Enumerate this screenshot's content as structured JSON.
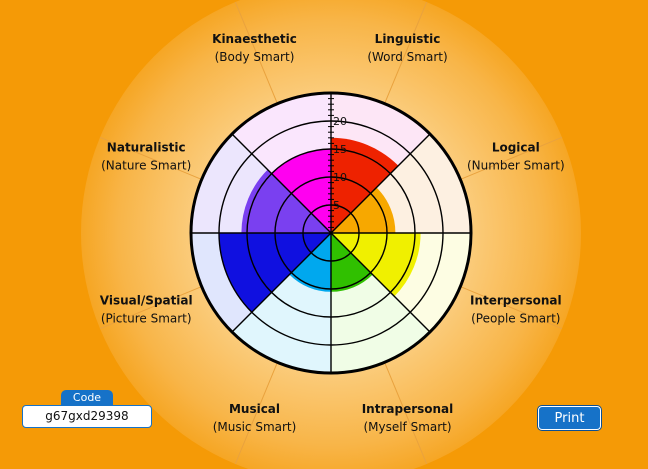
{
  "colors": {
    "background": "#f59a06",
    "button": "#1672c8"
  },
  "code": {
    "label": "Code",
    "value": "g67gxd29398"
  },
  "print_label": "Print",
  "chart_data": {
    "type": "radial-bar",
    "max": 25,
    "rings": [
      5,
      10,
      15,
      20,
      25
    ],
    "ticks": [
      "5",
      "10",
      "15",
      "20"
    ],
    "segments": [
      {
        "name": "Linguistic",
        "sub": "(Word Smart)",
        "value": 17,
        "fill": "#ee2200",
        "pale": "#fde6f6"
      },
      {
        "name": "Logical",
        "sub": "(Number Smart)",
        "value": 11.5,
        "fill": "#f7a800",
        "pale": "#fdf0e1"
      },
      {
        "name": "Interpersonal",
        "sub": "(People Smart)",
        "value": 16,
        "fill": "#f0f000",
        "pale": "#fdfde3"
      },
      {
        "name": "Intrapersonal",
        "sub": "(Myself Smart)",
        "value": 10.5,
        "fill": "#30c000",
        "pale": "#f0fde6"
      },
      {
        "name": "Musical",
        "sub": "(Music Smart)",
        "value": 10.5,
        "fill": "#00a8ee",
        "pale": "#e0f6fd"
      },
      {
        "name": "Visual/Spatial",
        "sub": "(Picture Smart)",
        "value": 20,
        "fill": "#1010e0",
        "pale": "#e0e6fd"
      },
      {
        "name": "Naturalistic",
        "sub": "(Nature Smart)",
        "value": 16,
        "fill": "#7a40f0",
        "pale": "#ece6fd"
      },
      {
        "name": "Kinaesthetic",
        "sub": "(Body Smart)",
        "value": 15,
        "fill": "#ff00f0",
        "pale": "#fae6fd"
      }
    ]
  }
}
